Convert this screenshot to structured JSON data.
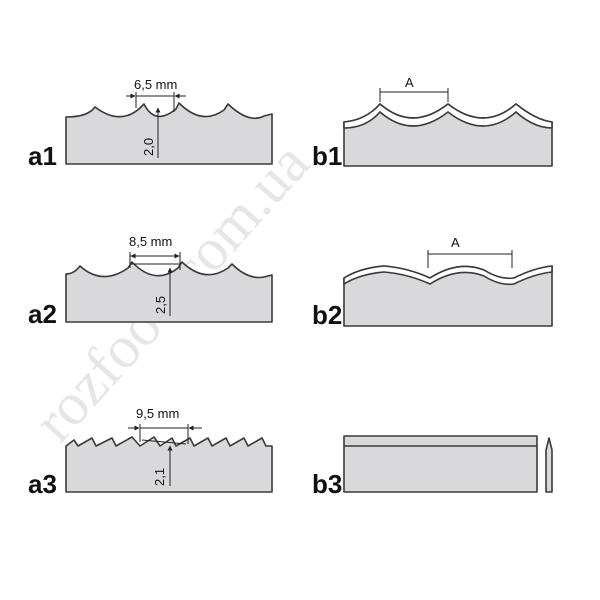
{
  "labels": {
    "a1": "a1",
    "a2": "a2",
    "a3": "a3",
    "b1": "b1",
    "b2": "b2",
    "b3": "b3"
  },
  "dimensions": {
    "a1_pitch": "6,5 mm",
    "a1_height": "2,0",
    "a2_pitch": "8,5 mm",
    "a2_height": "2,5",
    "a3_pitch": "9,5 mm",
    "a3_height": "2,1",
    "b1_pitch": "A",
    "b2_pitch": "A"
  },
  "watermark": "rozfood.com.ua",
  "colors": {
    "blade_fill": "#d9d9db",
    "outline": "#3a3a3a",
    "watermark": "#e6e6e6"
  }
}
